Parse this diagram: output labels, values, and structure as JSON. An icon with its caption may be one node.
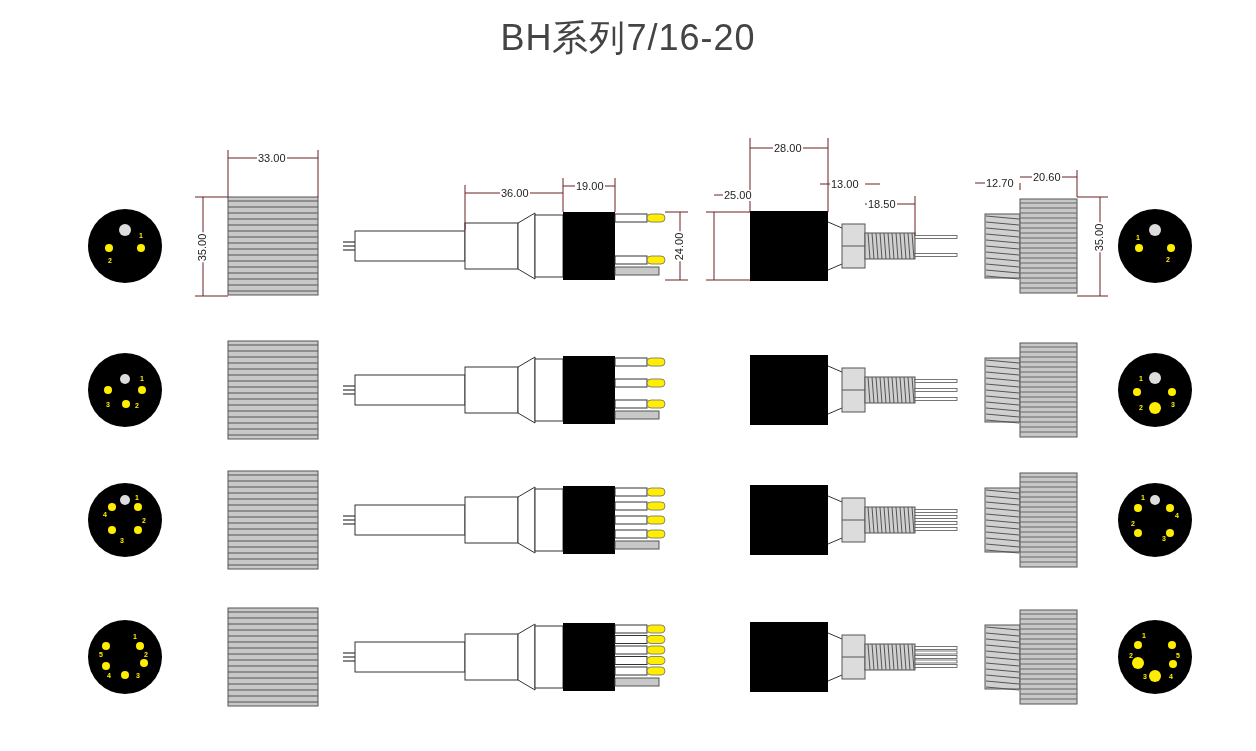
{
  "diagram": {
    "title": "BH系列7/16-20",
    "labels": [
      "33.00",
      "28.00",
      "36.00",
      "19.00",
      "13.00",
      "12.70",
      "20.60",
      "25.00",
      "18.50",
      "35.00",
      "24.00",
      "35.00",
      "1",
      "2",
      "1",
      "2",
      "1",
      "3",
      "2",
      "1",
      "2",
      "3",
      "1",
      "4",
      "2",
      "3",
      "1",
      "4",
      "2",
      "3",
      "1",
      "5",
      "2",
      "4",
      "3",
      "1",
      "2",
      "5",
      "3",
      "4"
    ]
  }
}
